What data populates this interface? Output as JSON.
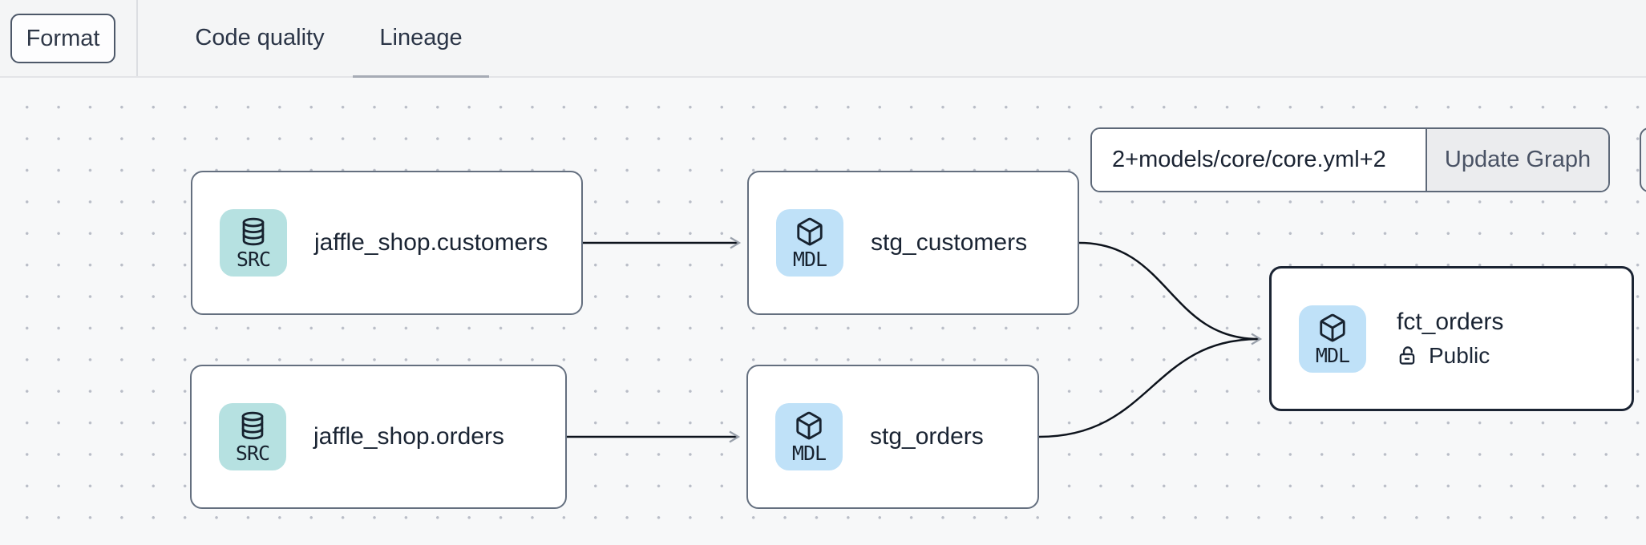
{
  "toolbar": {
    "format_label": "Format",
    "tabs": [
      {
        "label": "Code quality",
        "active": false
      },
      {
        "label": "Lineage",
        "active": true
      }
    ]
  },
  "lineage_controls": {
    "selector_value": "2+models/core/core.yml+2",
    "update_button_label": "Update Graph"
  },
  "graph": {
    "nodes": [
      {
        "label": "jaffle_shop.customers",
        "type_badge": "SRC",
        "icon": "database-icon",
        "kind": "source",
        "selected": false
      },
      {
        "label": "stg_customers",
        "type_badge": "MDL",
        "icon": "cube-icon",
        "kind": "model",
        "selected": false
      },
      {
        "label": "jaffle_shop.orders",
        "type_badge": "SRC",
        "icon": "database-icon",
        "kind": "source",
        "selected": false
      },
      {
        "label": "stg_orders",
        "type_badge": "MDL",
        "icon": "cube-icon",
        "kind": "model",
        "selected": false
      },
      {
        "label": "fct_orders",
        "type_badge": "MDL",
        "icon": "cube-icon",
        "kind": "model",
        "access_label": "Public",
        "selected": true
      }
    ],
    "edges": [
      {
        "from": "jaffle_shop.customers",
        "to": "stg_customers"
      },
      {
        "from": "jaffle_shop.orders",
        "to": "stg_orders"
      },
      {
        "from": "stg_customers",
        "to": "fct_orders"
      },
      {
        "from": "stg_orders",
        "to": "fct_orders"
      }
    ]
  },
  "colors": {
    "source_badge_bg": "#b6e1e1",
    "model_badge_bg": "#bfe1f8",
    "node_border": "#646f7f",
    "selected_node_border": "#1b2433",
    "edge": "#0d131c",
    "tab_underline": "#a6abb5",
    "topbar_bg": "#f4f5f6",
    "canvas_bg": "#f7f8f9"
  }
}
